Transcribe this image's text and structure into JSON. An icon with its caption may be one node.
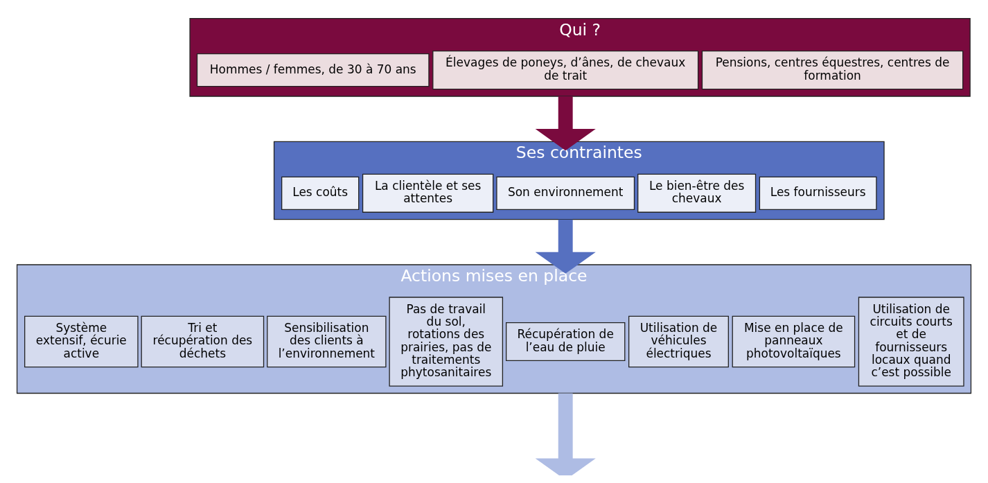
{
  "diagram": {
    "nodes": [
      {
        "text": [
          "Qui ?"
        ]
      },
      {
        "text": [
          "Hommes / femmes, de 30 à 70 ans"
        ],
        "in": 0
      },
      {
        "text": [
          "Élevages de poneys, d’ânes, de chevaux de trait"
        ],
        "in": 0
      },
      {
        "text": [
          "Pensions, centres équestres, centres de formation"
        ],
        "in": 0
      },
      {
        "text": [
          "Ses contraintes"
        ]
      },
      {
        "text": [
          "Les coûts"
        ],
        "in": 4
      },
      {
        "text": [
          "La clientèle et ses attentes"
        ],
        "in": 4
      },
      {
        "text": [
          "Son environnement"
        ],
        "in": 4
      },
      {
        "text": [
          "Le bien-être des chevaux"
        ],
        "in": 4
      },
      {
        "text": [
          "Les fournisseurs"
        ],
        "in": 4
      },
      {
        "text": [
          "Actions mises en place"
        ]
      },
      {
        "text": [
          "Système extensif, écurie active"
        ],
        "in": 10
      },
      {
        "text": [
          "Tri et récupération des déchets"
        ],
        "in": 10
      },
      {
        "text": [
          "Sensibilisation des clients à l’environnement"
        ],
        "in": 10
      },
      {
        "text": [
          "Pas de travail du sol, rotations des prairies, pas de traitements phytosanitaires"
        ],
        "in": 10
      },
      {
        "text": [
          "Récupération de l’eau de pluie"
        ],
        "in": 10
      },
      {
        "text": [
          "Utilisation de véhicules électriques"
        ],
        "in": 10
      },
      {
        "text": [
          "Mise en place de panneaux photovoltaïques"
        ],
        "in": 10
      },
      {
        "text": [
          "Utilisation de circuits courts et de fournisseurs locaux quand c’est possible"
        ],
        "in": 10
      }
    ],
    "edges": [
      {
        "from": 0,
        "to": 4,
        "arrow": "to",
        "color": "#7a0a3e"
      },
      {
        "from": 4,
        "to": 10,
        "arrow": "to",
        "color": "#5670c0"
      },
      {
        "from": 10,
        "to": null,
        "arrow": "to",
        "color": "#aebce4"
      }
    ]
  }
}
